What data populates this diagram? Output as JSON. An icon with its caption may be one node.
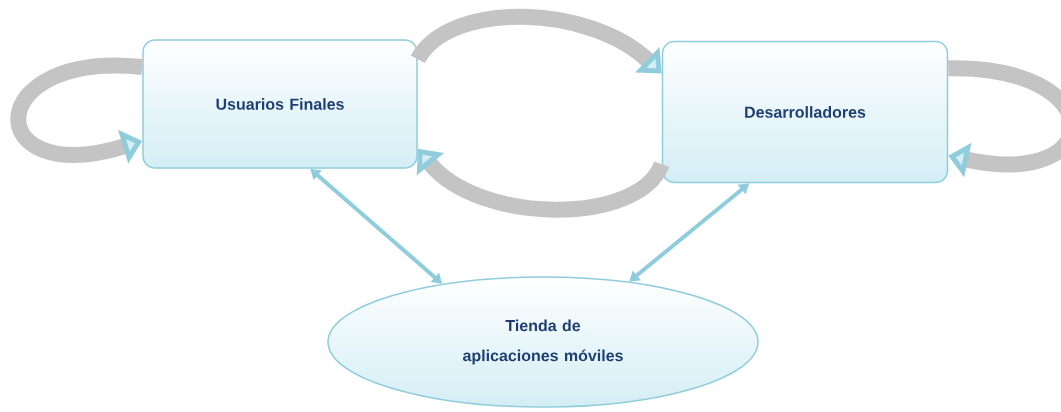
{
  "diagram": {
    "nodes": [
      {
        "text": [
          "Usuarios Finales"
        ]
      },
      {
        "text": [
          "Desarrolladores"
        ]
      },
      {
        "text": [
          "Tienda de aplicaciones móviles"
        ]
      }
    ],
    "edges": [
      {
        "from": 0,
        "to": 2,
        "arrow": "both"
      },
      {
        "from": 1,
        "to": 2,
        "arrow": "both"
      },
      {
        "from": 0,
        "to": 1,
        "arrow": "to"
      },
      {
        "from": 1,
        "to": 0,
        "arrow": "to"
      },
      {
        "from": 0,
        "to": 0,
        "arrow": "to"
      },
      {
        "from": 1,
        "to": 1,
        "arrow": "to"
      }
    ]
  }
}
